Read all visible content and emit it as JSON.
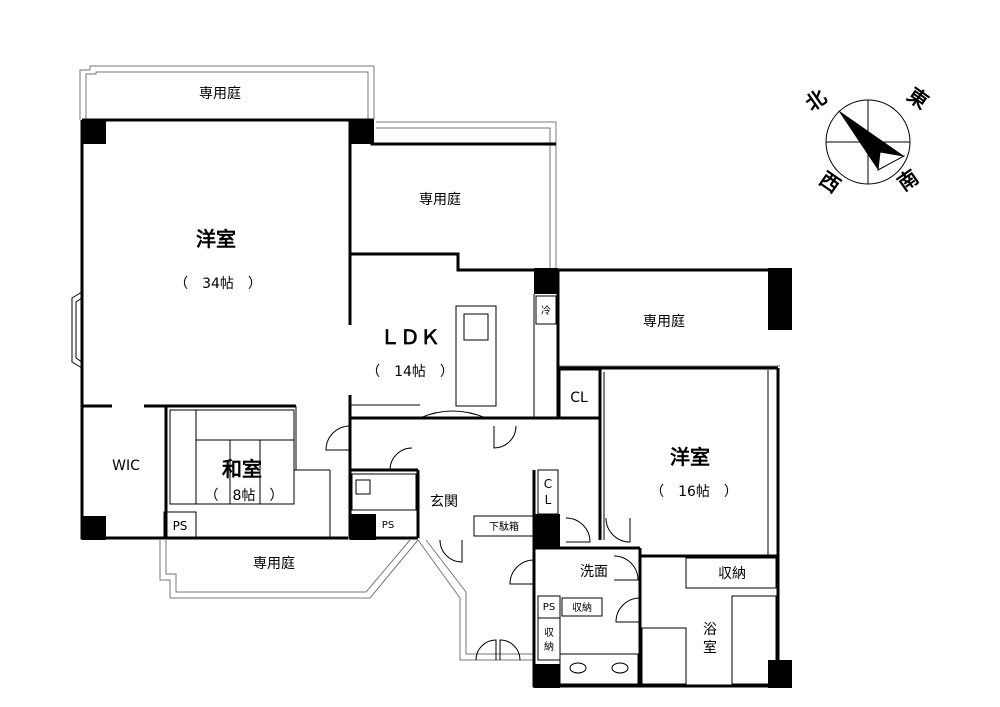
{
  "rooms": {
    "western_large": {
      "name": "洋室",
      "size": "（　34帖　）"
    },
    "ldk": {
      "name": "ＬＤＫ",
      "size": "（　14帖　）"
    },
    "western_small": {
      "name": "洋室",
      "size": "（　16帖　）"
    },
    "japanese": {
      "name": "和室",
      "size": "（　8帖　）"
    },
    "wic": "WIC",
    "entrance": "玄関",
    "shoe_cabinet": "下駄箱",
    "washroom": "洗面",
    "bathroom": {
      "line1": "浴",
      "line2": "室"
    },
    "storage_right": "収納",
    "storage_small": "収納",
    "storage_vertical": {
      "line1": "収",
      "line2": "納"
    },
    "closet_upper": "CL",
    "closet_vertical": {
      "line1": "C",
      "line2": "L"
    },
    "ps_left": "PS",
    "ps_mid": "PS",
    "ps_right": "PS",
    "fridge": "冷"
  },
  "gardens": {
    "top": "専用庭",
    "center": "専用庭",
    "right": "専用庭",
    "bottom": "専用庭"
  },
  "compass": {
    "north": "北",
    "east": "東",
    "south": "南",
    "west": "西"
  }
}
